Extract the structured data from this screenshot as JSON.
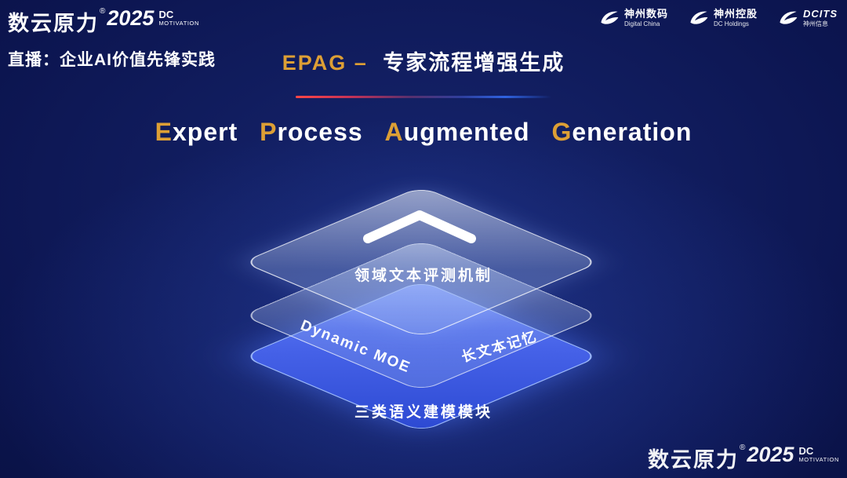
{
  "header_brand": {
    "name": "数云原力",
    "reg": "®",
    "year": "2025",
    "dc": "DC",
    "motivation": "MOTIVATION"
  },
  "live_banner": "直播：企业AI价值先锋实践",
  "slide_title": {
    "highlight": "EPAG –",
    "rest": "专家流程增强生成"
  },
  "partner_logos": [
    {
      "title": "神州数码",
      "subtitle": "Digital China"
    },
    {
      "title": "神州控股",
      "subtitle": "DC Holdings"
    },
    {
      "title": "DCITS",
      "subtitle": "神州信息"
    }
  ],
  "subtitle_words": [
    {
      "initial": "E",
      "rest": "xpert"
    },
    {
      "initial": "P",
      "rest": "rocess"
    },
    {
      "initial": "A",
      "rest": "ugmented"
    },
    {
      "initial": "G",
      "rest": "eneration"
    }
  ],
  "stack": {
    "top_label": "领域文本评测机制",
    "mid_left_label": "Dynamic MOE",
    "mid_right_label": "长文本记忆",
    "bottom_label": "三类语义建模模块"
  },
  "footer_brand": {
    "name": "数云原力",
    "reg": "®",
    "year": "2025",
    "dc": "DC",
    "motivation": "MOTIVATION"
  },
  "colors": {
    "gold": "#dd9f35",
    "layer_blue": "#3b57e0",
    "divider_red": "#ff4646"
  }
}
